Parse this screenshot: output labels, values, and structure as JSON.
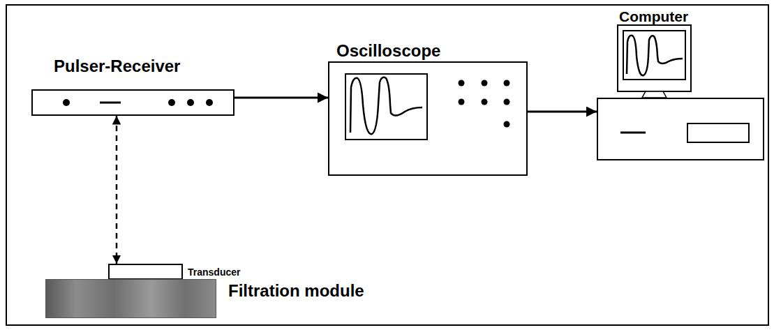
{
  "diagram": {
    "nodes": [
      {
        "text": [
          "Pulser-Receiver"
        ]
      },
      {
        "text": [
          "Oscilloscope"
        ]
      },
      {
        "text": [
          "Computer"
        ]
      },
      {
        "text": [
          "Transducer"
        ]
      },
      {
        "text": [
          "Filtration module"
        ]
      }
    ],
    "edges": [
      {
        "from": 0,
        "to": 1,
        "arrow": "to"
      },
      {
        "from": 1,
        "to": 2,
        "arrow": "to"
      },
      {
        "from": 0,
        "to": 3,
        "arrow": "both"
      }
    ]
  }
}
